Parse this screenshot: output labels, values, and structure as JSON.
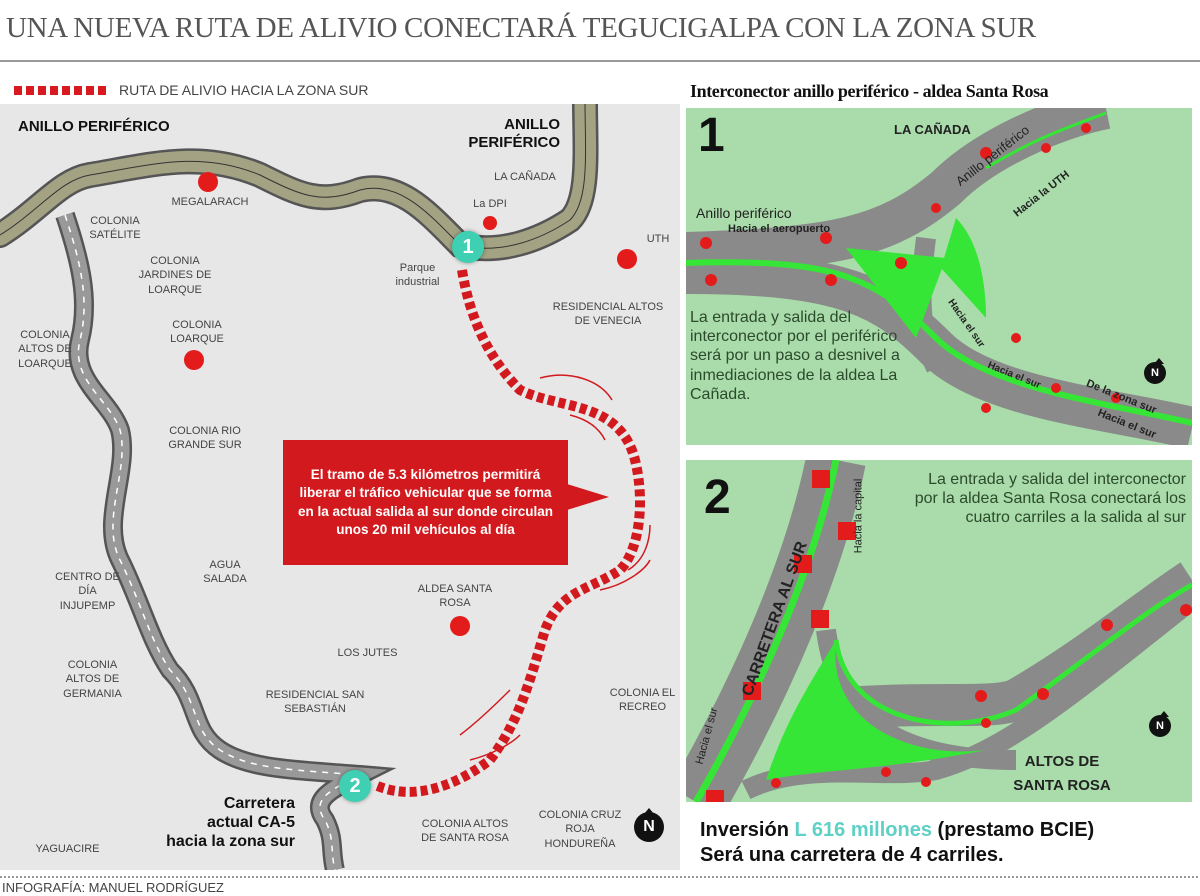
{
  "title": "UNA NUEVA RUTA DE ALIVIO CONECTARÁ TEGUCIGALPA CON LA ZONA SUR",
  "legend": {
    "label": "RUTA DE ALIVIO HACIA LA ZONA SUR",
    "color": "#d71920"
  },
  "map": {
    "roads": {
      "anillo_left": "ANILLO PERIFÉRICO",
      "anillo_right_1": "ANILLO",
      "anillo_right_2": "PERIFÉRICO",
      "ca5": [
        "Carretera",
        "actual CA-5",
        "hacia la zona sur"
      ]
    },
    "places": {
      "megalarach": "MEGALARACH",
      "la_canada": "LA CAÑADA",
      "la_dpi": "La DPI",
      "colonia_satelite": "COLONIA SATÉLITE",
      "colonia_jardines": "COLONIA JARDINES DE LOARQUE",
      "parque_industrial": "Parque industrial",
      "uth": "UTH",
      "residencial_venecia": "RESIDENCIAL ALTOS DE VENECIA",
      "colonia_loarque": "COLONIA LOARQUE",
      "colonia_altos_loarque": "COLONIA ALTOS DE LOARQUE",
      "colonia_rio_grande": "COLONIA RIO GRANDE SUR",
      "agua_salada": "AGUA SALADA",
      "centro_injupemp": "CENTRO DE DÍA INJUPEMP",
      "aldea_santa_rosa": "ALDEA SANTA ROSA",
      "los_jutes": "LOS JUTES",
      "colonia_germania": "COLONIA ALTOS DE GERMANIA",
      "residencial_san_sebastian": "RESIDENCIAL SAN SEBASTIÁN",
      "colonia_recreo": "COLONIA EL RECREO",
      "colonia_cruz_roja": "COLONIA CRUZ ROJA HONDUREÑA",
      "colonia_altos_santa_rosa": "COLONIA ALTOS DE SANTA ROSA",
      "yaguacire": "YAGUACIRE"
    },
    "pins": [
      "1",
      "2"
    ],
    "callout": "El tramo de 5.3 kilómetros permitirá liberar el tráfico vehicular que se forma en la actual salida al sur donde circulan unos 20 mil vehículos al día",
    "north": "N"
  },
  "right": {
    "title": "Interconector anillo periférico - aldea Santa Rosa",
    "panel1": {
      "number": "1",
      "place": "LA CAÑADA",
      "labels": {
        "anillo_top": "Anillo periférico",
        "anillo_left": "Anillo periférico",
        "aeropuerto": "Hacia el aeropuerto",
        "uth": "Hacia la UTH",
        "sur1": "Hacia el sur",
        "sur2": "Hacia el sur",
        "de_zona_sur": "De la zona sur",
        "sur3": "Hacia el sur"
      },
      "text": "La entrada y salida del interconector por el periférico será por un paso a desnivel a inmediaciones de la aldea La Cañada.",
      "north": "N"
    },
    "panel2": {
      "number": "2",
      "labels": {
        "carretera": "CARRETERA AL SUR",
        "capital": "Hacia la capital",
        "sur": "Hacia el sur"
      },
      "place": "ALTOS DE SANTA ROSA",
      "text": "La entrada y salida del interconector por la aldea Santa Rosa conectará los cuatro carriles a la salida al sur",
      "north": "N"
    },
    "colors": {
      "panel_bg": "#a9dcaa",
      "road": "#8a8a8a",
      "median": "#36e636",
      "arrow": "#e41b1b"
    }
  },
  "bottom": {
    "line1_a": "Inversión",
    "line1_hl": "L 616 millones",
    "line1_b": "(prestamo BCIE)",
    "line2": "Será una carretera de 4 carriles."
  },
  "footer": "INFOGRAFÍA: MANUEL RODRÍGUEZ"
}
